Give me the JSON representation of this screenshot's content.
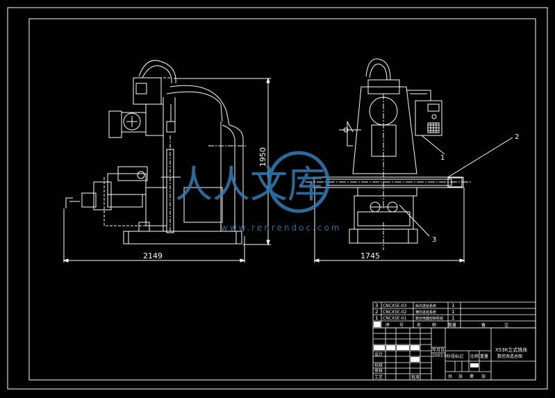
{
  "dimensions": {
    "side_width": "2149",
    "height": "1950",
    "front_width": "1745"
  },
  "callouts": [
    "1",
    "2",
    "3"
  ],
  "watermark": {
    "text_cn": "人人文库",
    "url": "www.renrendoc.com"
  },
  "parts_list": {
    "rows": [
      {
        "no": "3",
        "code": "CNCX5E-03",
        "name": "纵向进给系统",
        "qty": "1"
      },
      {
        "no": "2",
        "code": "CNCX5E-02",
        "name": "横向进给系统",
        "qty": "1"
      },
      {
        "no": "1",
        "code": "CNCX5E-01",
        "name": "数控电器控制柜组",
        "qty": "1"
      }
    ],
    "header": [
      "序",
      "号",
      "名",
      "称",
      "数量",
      "备",
      "注"
    ]
  },
  "title_block": {
    "title_line1": "X53K立式铣床",
    "title_line2": "数控改造总图",
    "date": "2003.5",
    "labels": {
      "design": "设计",
      "check": "校核",
      "review": "审核",
      "process": "工艺",
      "approve": "批准",
      "ymd": "年月日",
      "stage_mark": "阶段标记",
      "scale": "比例",
      "weight": "重量",
      "sheet_total": "共",
      "sheet": "张",
      "sheet_no": "第",
      "sheet2": "张"
    }
  },
  "colors": {
    "background": "#000000",
    "lines": "#ffffff",
    "watermark": "#2e7fb8"
  }
}
